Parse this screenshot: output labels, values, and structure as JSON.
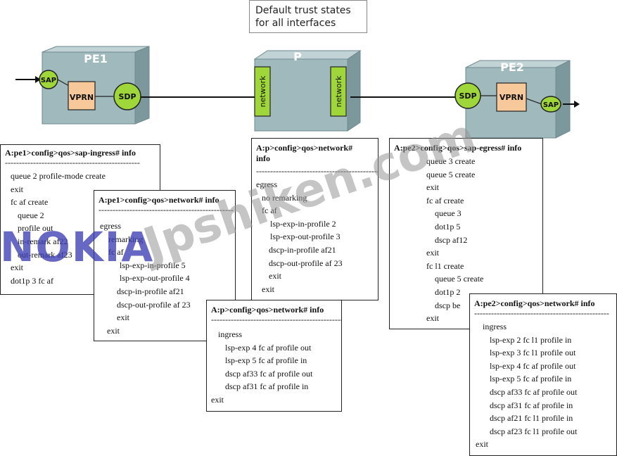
{
  "note": {
    "line1": "Default trust states",
    "line2": "for all interfaces"
  },
  "nodes": {
    "pe1": {
      "label": "PE1",
      "sap": "SAP",
      "vprn": "VPRN",
      "sdp": "SDP"
    },
    "p": {
      "label": "P",
      "net_left": "network",
      "net_right": "network"
    },
    "pe2": {
      "label": "PE2",
      "sdp": "SDP",
      "vprn": "VPRN",
      "sap": "SAP"
    }
  },
  "boxes": {
    "pe1_ingress": {
      "header": "A:pe1>config>qos>sap-ingress# info",
      "dashes": "------------------------------------------------",
      "lines": [
        "queue 2 profile-mode create",
        "exit",
        "fc af create",
        "queue 2",
        "profile out",
        "in-remark af22",
        "out-remark af23",
        "exit",
        "dot1p 3  fc af"
      ]
    },
    "pe1_network": {
      "header": "A:pe1>config>qos>network# info",
      "dashes": "------------------------------------------------",
      "lines": [
        "egress",
        "remarking",
        "fc af",
        "lsp-exp-in-profile 5",
        "lsp-exp-out-profile 4",
        "dscp-in-profile af21",
        "dscp-out-profile af 23",
        "exit",
        "exit"
      ]
    },
    "p_network_egress": {
      "header1": "A:p>config>qos>network#",
      "header2": "info",
      "dashes": "------------------------------------------------",
      "lines": [
        "egress",
        "no remarking",
        "fc af",
        "lsp-exp-in-profile 2",
        "lsp-exp-out-profile 3",
        "dscp-in-profile af21",
        "dscp-out-profile af 23",
        "exit",
        "exit"
      ]
    },
    "p_network_ingress": {
      "header": "A:p>config>qos>network# info",
      "dashes": "------------------------------------------------",
      "lines": [
        "ingress",
        "lsp-exp 4 fc af profile out",
        "lsp-exp 5 fc af profile in",
        "dscp af33 fc af profile out",
        "dscp af31 fc af profile in",
        "exit"
      ]
    },
    "pe2_egress": {
      "header": "A:pe2>config>qos>sap-egress# info",
      "lines": [
        "queue 3 create",
        "queue 5 create",
        "exit",
        "fc af create",
        "queue 3",
        "dot1p 5",
        "dscp af12",
        "exit",
        "fc l1 create",
        "queue 5 create",
        "dot1p 2",
        "dscp be",
        "exit"
      ]
    },
    "pe2_network": {
      "header": "A:pe2>config>qos>network# info",
      "dashes": "------------------------------------------------",
      "lines": [
        "ingress",
        "lsp-exp 2 fc l1 profile in",
        "lsp-exp 3 fc l1 profile out",
        "lsp-exp 4 fc af profile out",
        "lsp-exp 5 fc af profile in",
        "dscp af33 fc af profile out",
        "dscp af31 fc af profile in",
        "dscp af21 fc l1 profile in",
        "dscp af23 fc l1 profile out",
        "exit"
      ]
    }
  },
  "watermarks": {
    "nokia": "NOKIA",
    "site": "Jpshiken.com"
  },
  "colors": {
    "cube_face": "#9fb9bd",
    "cube_top": "#c2d3d5",
    "cube_side": "#7d989c",
    "green": "#9fd63a",
    "vprn": "#f7c99a",
    "nokia": "#3c3cb4",
    "watermark": "#9a9a9a"
  }
}
